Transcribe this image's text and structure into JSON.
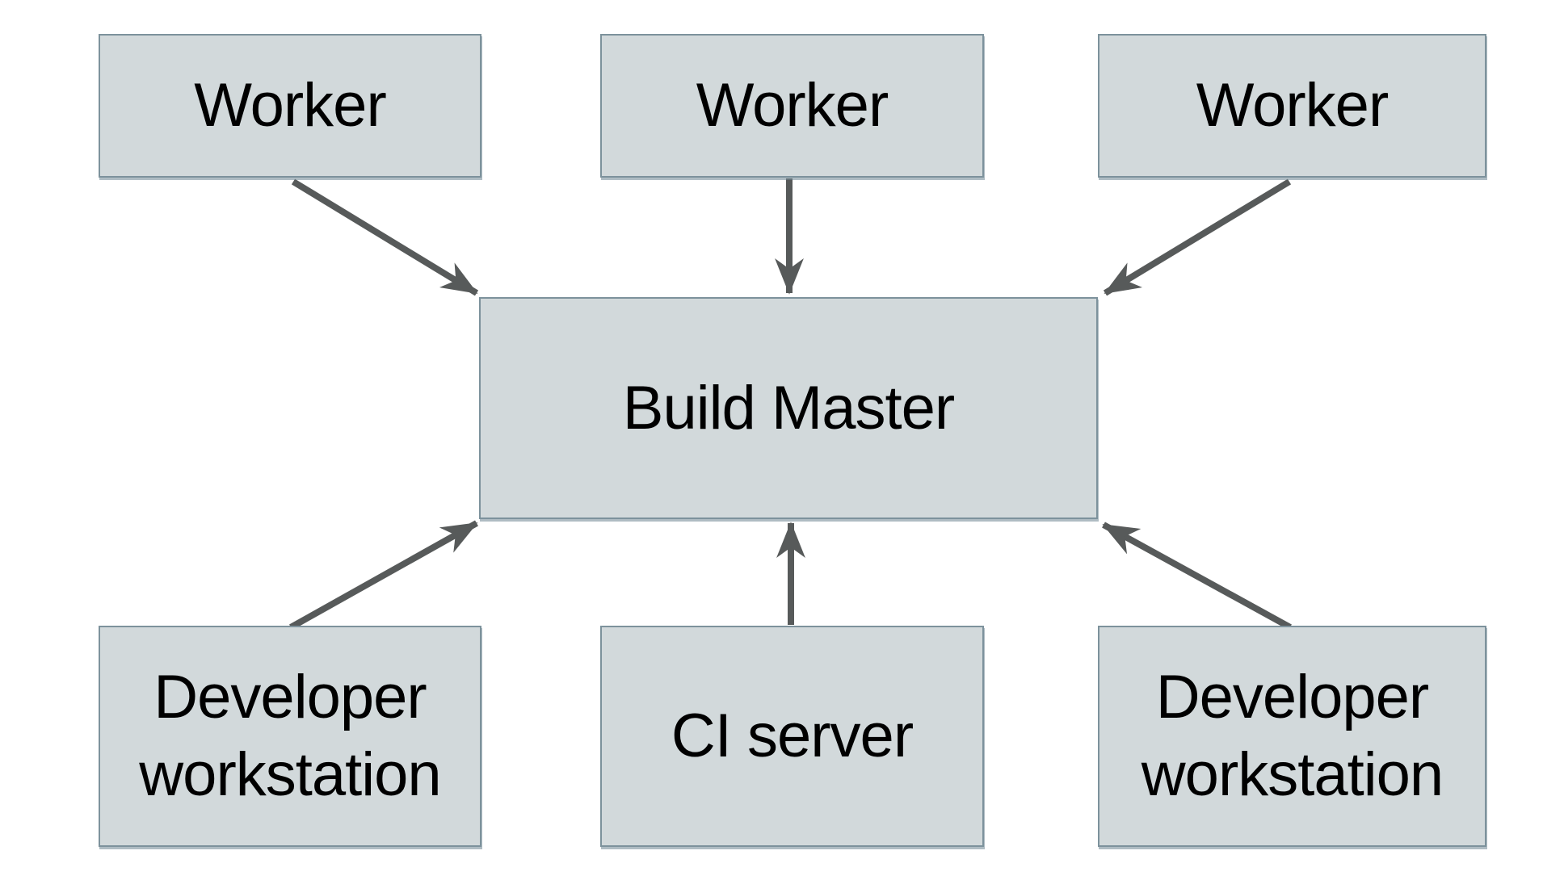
{
  "diagram": {
    "type": "architecture-diagram",
    "nodes": {
      "worker1": {
        "label": "Worker"
      },
      "worker2": {
        "label": "Worker"
      },
      "worker3": {
        "label": "Worker"
      },
      "build_master": {
        "label": "Build Master"
      },
      "dev_left": {
        "label": "Developer workstation"
      },
      "ci_server": {
        "label": "CI server"
      },
      "dev_right": {
        "label": "Developer workstation"
      }
    },
    "edges": [
      {
        "from": "worker1",
        "to": "build_master"
      },
      {
        "from": "worker2",
        "to": "build_master"
      },
      {
        "from": "worker3",
        "to": "build_master"
      },
      {
        "from": "dev_left",
        "to": "build_master"
      },
      {
        "from": "ci_server",
        "to": "build_master"
      },
      {
        "from": "dev_right",
        "to": "build_master"
      }
    ],
    "colors": {
      "background": "#ffffff",
      "node_fill": "#d2d9db",
      "node_border": "#7d929c",
      "arrow": "#575a5a",
      "text": "#000000"
    }
  }
}
